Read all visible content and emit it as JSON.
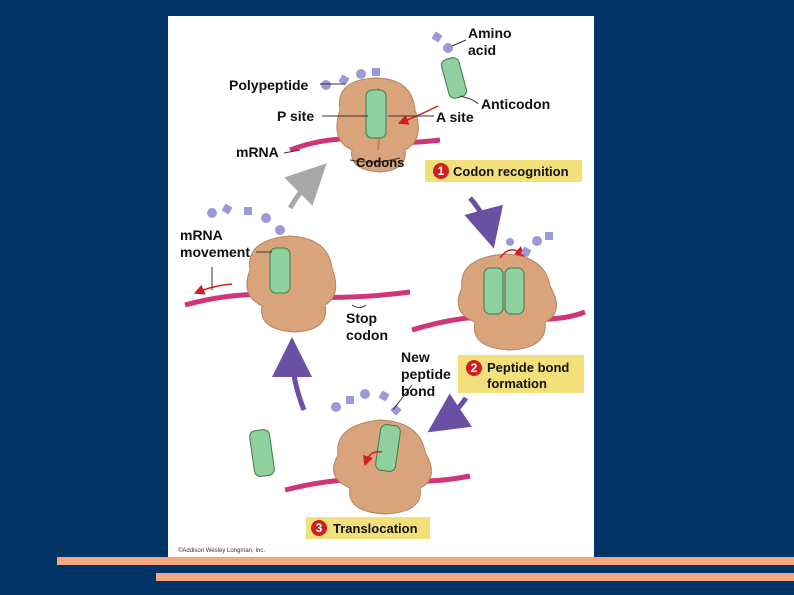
{
  "labels": {
    "amino_acid_line1": "Amino",
    "amino_acid_line2": "acid",
    "polypeptide": "Polypeptide",
    "p_site": "P site",
    "a_site": "A site",
    "anticodon": "Anticodon",
    "mrna": "mRNA",
    "codons": "Codons",
    "mrna_movement_line1": "mRNA",
    "mrna_movement_line2": "movement",
    "stop_line1": "Stop",
    "stop_line2": "codon",
    "new_line1": "New",
    "new_line2": "peptide",
    "new_line3": "bond"
  },
  "steps": [
    {
      "number": "1",
      "line1": "Codon recognition",
      "line2": ""
    },
    {
      "number": "2",
      "line1": "Peptide bond",
      "line2": "formation"
    },
    {
      "number": "3",
      "line1": "Translocation",
      "line2": ""
    }
  ],
  "copyright": "©Addison Wesley Longman, Inc.",
  "colors": {
    "background": "#003366",
    "ribosome": "#d9a47c",
    "trna": "#8fd19e",
    "mrna": "#d0357a",
    "arrow": "#6a4fa3",
    "accent_bar": "#f4a582",
    "step_box": "#f3e07a",
    "step_circle": "#d01f1f"
  }
}
